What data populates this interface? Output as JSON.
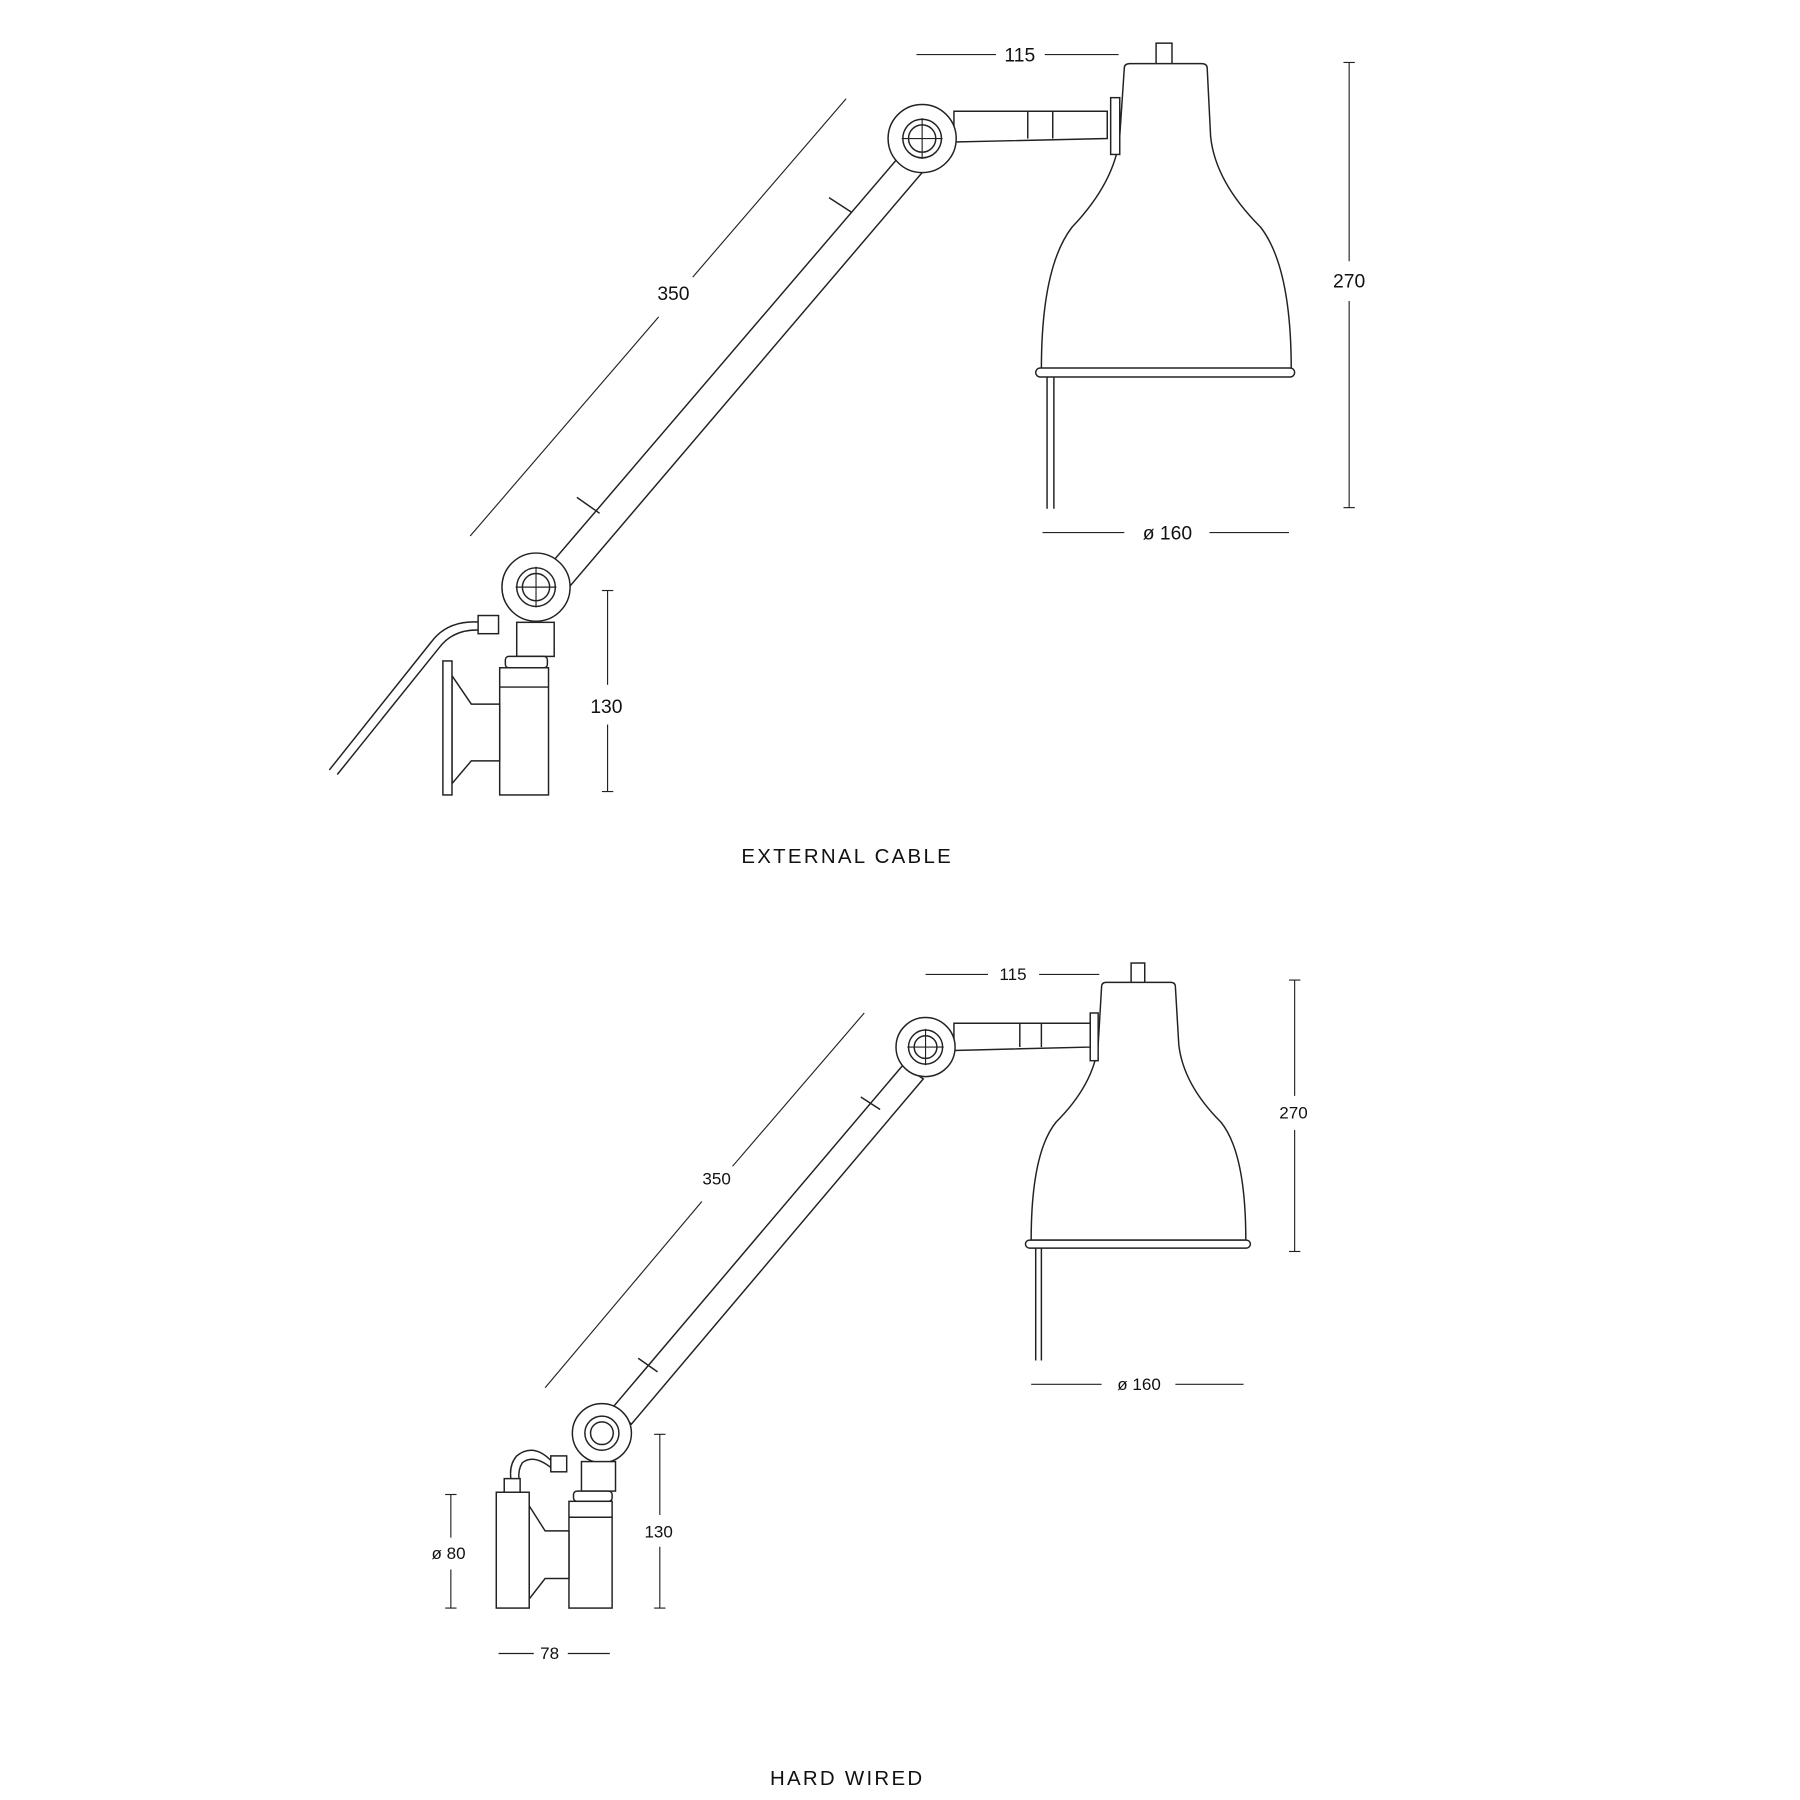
{
  "top": {
    "caption": "EXTERNAL CABLE",
    "dims": {
      "arm_head": "115",
      "height": "270",
      "shade_dia": "ø 160",
      "arm": "350",
      "base": "130"
    }
  },
  "bottom": {
    "caption": "HARD WIRED",
    "dims": {
      "arm_head": "115",
      "height": "270",
      "shade_dia": "ø 160",
      "arm": "350",
      "base": "130",
      "plate_dia": "ø 80",
      "plate_depth": "78"
    }
  },
  "colors": {
    "line": "#222222",
    "background": "#ffffff"
  }
}
